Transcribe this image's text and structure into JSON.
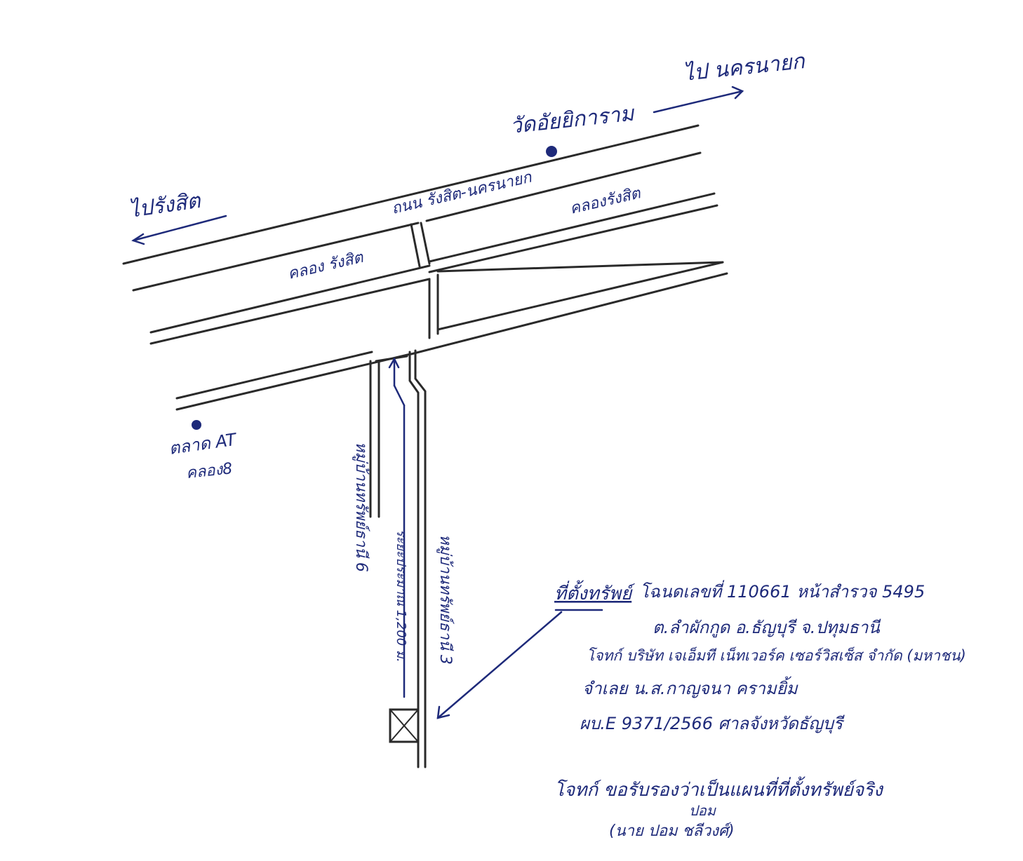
{
  "map": {
    "to_nakhon_nayok": "ไป นครนายก",
    "to_rangsit": "ไปรังสิต",
    "temple": "วัดอัยยิการาม",
    "road_rangsit_nakhon_nayok": "ถนน รังสิต-นครนายก",
    "canal_rangsit_left": "คลอง รังสิต",
    "canal_rangsit_right": "คลองรังสิต",
    "market": "ตลาด AT",
    "market_sub": "คลอง8",
    "village_6": "หมู่บ้านทรัพย์ธานี 6",
    "village_3": "หมู่บ้านทรัพย์ธานี 3",
    "distance": "ระยะประมาณ 1,200 ม.",
    "property_label": "ที่ตั้งทรัพย์",
    "property_lines": [
      "โฉนดเลขที่ 110661 หน้าสำรวจ 5495",
      "ต.ลำผักกูด อ.ธัญบุรี จ.ปทุมธานี",
      "โจทก์ บริษัท เจเอ็มที เน็ทเวอร์ค เซอร์วิสเซ็ส จำกัด (มหาชน)",
      "จำเลย น.ส.กาญจนา ครามยิ้ม",
      "ผบ.E 9371/2566 ศาลจังหวัดธัญบุรี"
    ],
    "certify": "โจทก์ ขอรับรองว่าเป็นแผนที่ที่ตั้งทรัพย์จริง",
    "signature": "ปอม",
    "signature_name": "(นาย ปอม ชลีวงศ์)"
  }
}
